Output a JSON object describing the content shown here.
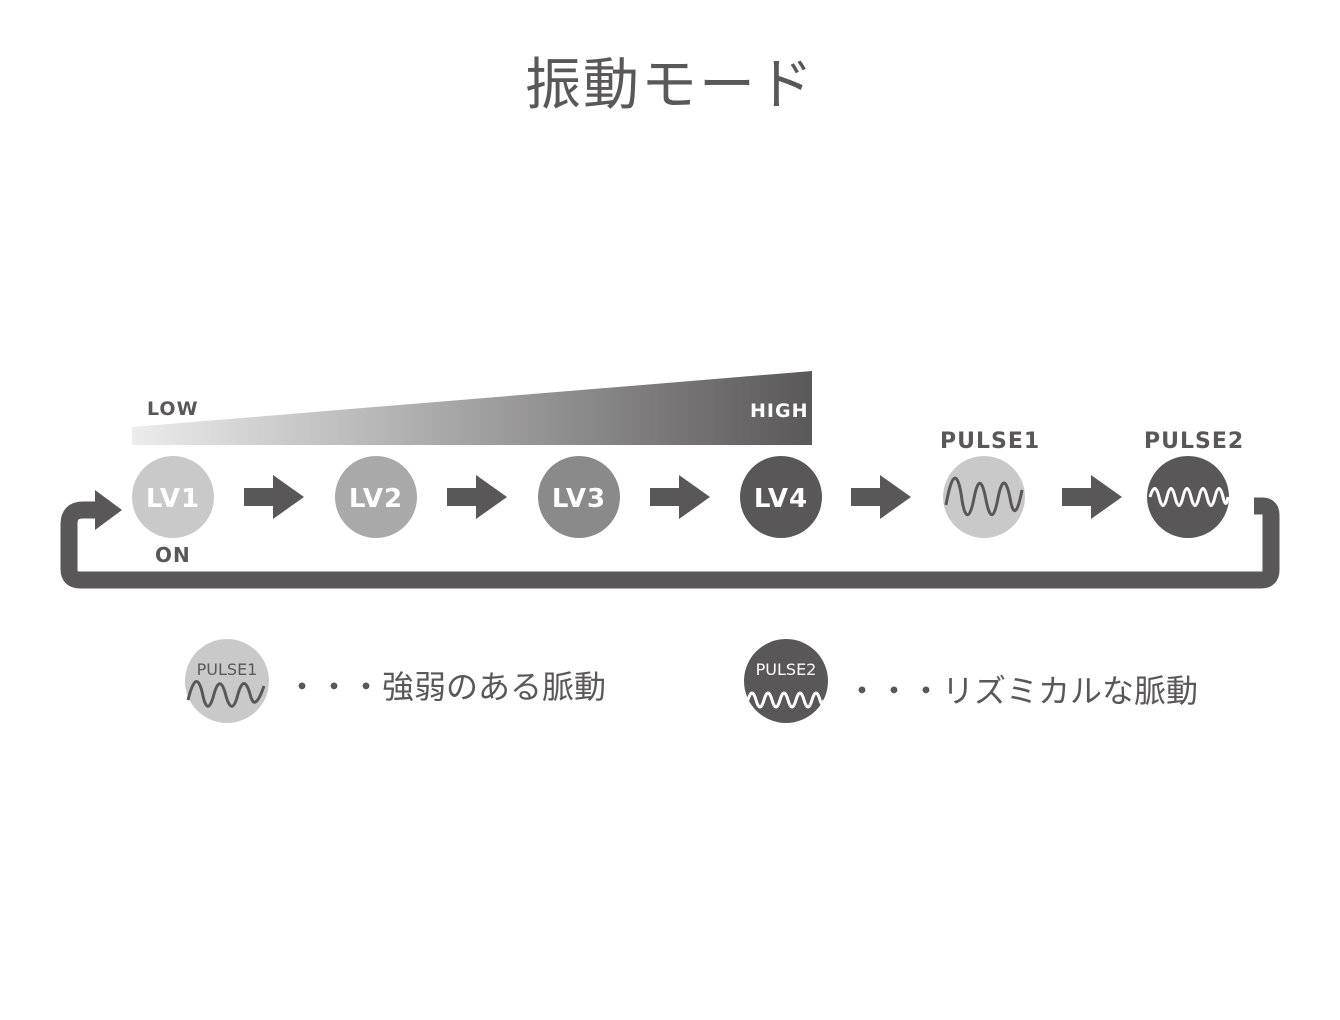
{
  "title": "振動モード",
  "intensity": {
    "low_label": "LOW",
    "high_label": "HIGH",
    "on_label": "ON"
  },
  "modes": [
    {
      "label": "LV1",
      "color": "#c9c9c9"
    },
    {
      "label": "LV2",
      "color": "#a9a9a9"
    },
    {
      "label": "LV3",
      "color": "#8a8a8a"
    },
    {
      "label": "LV4",
      "color": "#595757"
    },
    {
      "label": "PULSE1",
      "color": "#c9c9c9",
      "wave": "pulse1"
    },
    {
      "label": "PULSE2",
      "color": "#595757",
      "wave": "pulse2"
    }
  ],
  "legend": [
    {
      "icon_label": "PULSE1",
      "text": "・・・強弱のある脈動",
      "color": "#c9c9c9"
    },
    {
      "icon_label": "PULSE2",
      "text": "・・・リズミカルな脈動",
      "color": "#595757"
    }
  ],
  "colors": {
    "dark": "#595757",
    "light": "#c9c9c9"
  }
}
